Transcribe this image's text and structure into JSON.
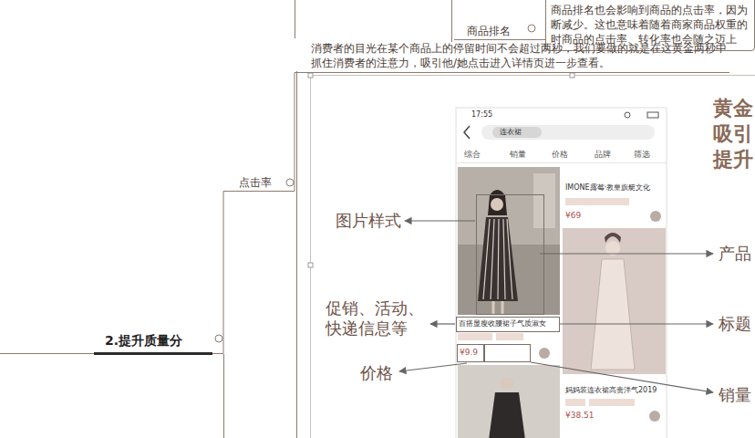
{
  "diagram": {
    "nodes": [
      {
        "text": [
          "商品排名"
        ]
      },
      {
        "text": [
          "商品排名也会影响到商品的点击率，因为 断减少。这也意味着随着商家商品权重的 时商品的点击率、转化率也会随之迈上"
        ]
      },
      {
        "text": [
          "点击率"
        ]
      },
      {
        "text": [
          "消费者的目光在某个商品上的停留时间不会超过两秒，我们要做的就是在这黄金两秒中抓住消费者的注意力，吸引他/她点击进入详情页进一步查看。"
        ]
      },
      {
        "text": [
          "2.提升质量分"
        ]
      }
    ],
    "edges": [
      {
        "from": 0,
        "to": 1,
        "arrow": "none"
      },
      {
        "from": 4,
        "to": 2,
        "arrow": "none"
      },
      {
        "from": 2,
        "to": 3,
        "arrow": "none"
      }
    ],
    "labels": [
      "黄金",
      "吸引",
      "提升",
      "图片样式",
      "促销、活动、快递信息等",
      "价格",
      "产品",
      "标题",
      "销量",
      "17:55",
      "连衣裙",
      "综合",
      "销量",
      "价格",
      "品牌",
      "筛选",
      "IMONE露莓·教皇旗艇文化",
      "¥69",
      "百搭显瘦收腰裙子气质淑女",
      "¥9.9",
      "妈妈装连衣裙高贵洋气2019",
      "¥38.51"
    ]
  }
}
